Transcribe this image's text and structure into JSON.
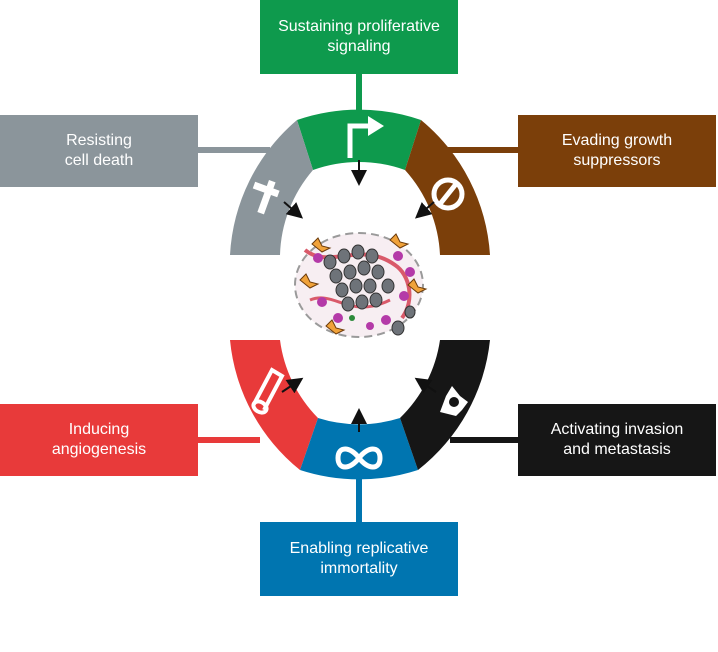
{
  "hallmarks": {
    "proliferative": {
      "line1": "Sustaining proliferative",
      "line2": "signaling",
      "color": "#0e9a4d"
    },
    "suppressors": {
      "line1": "Evading growth",
      "line2": "suppressors",
      "color": "#7b3f0a"
    },
    "invasion": {
      "line1": "Activating invasion",
      "line2": "and metastasis",
      "color": "#161616"
    },
    "immortality": {
      "line1": "Enabling replicative",
      "line2": "immortality",
      "color": "#0075b0"
    },
    "angiogenesis": {
      "line1": "Inducing",
      "line2": "angiogenesis",
      "color": "#e83a3a"
    },
    "cell_death": {
      "line1": "Resisting",
      "line2": "cell death",
      "color": "#8b959b"
    }
  }
}
